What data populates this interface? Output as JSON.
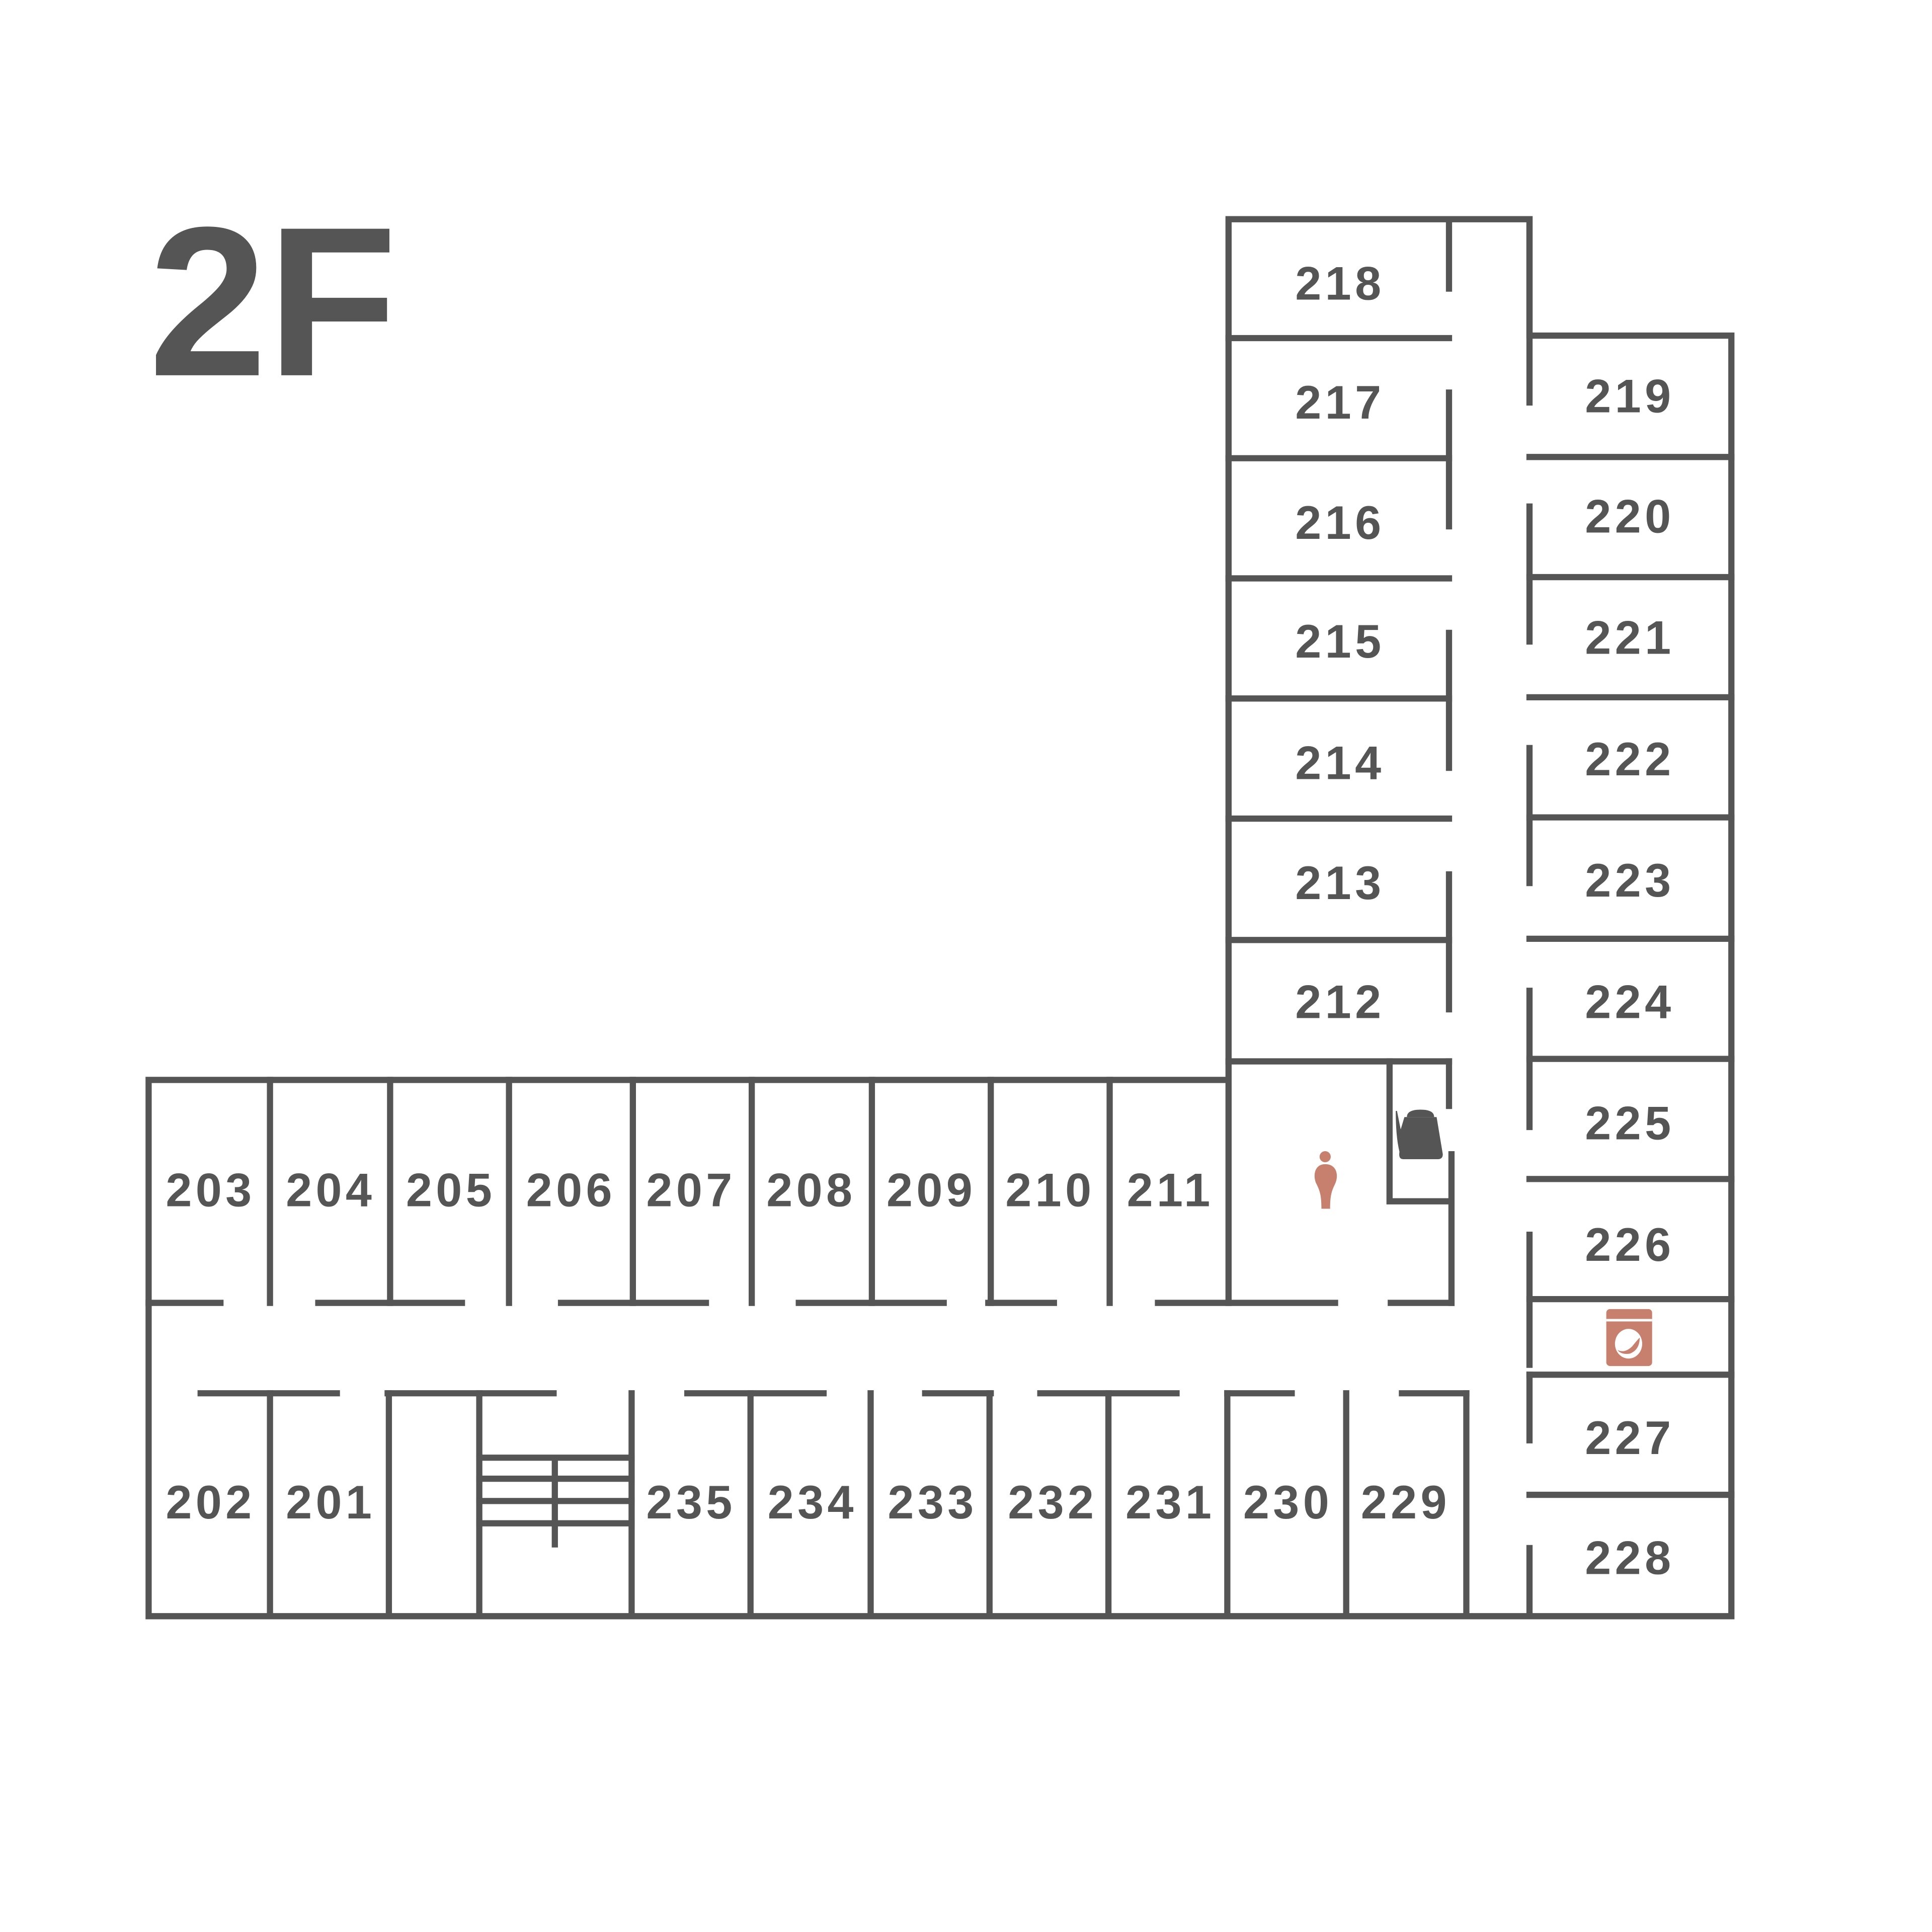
{
  "floor_label": "2F",
  "colors": {
    "wall": "#555555",
    "accent": "#c8806e",
    "background": "#ffffff"
  },
  "rooms": {
    "r201": "201",
    "r202": "202",
    "r203": "203",
    "r204": "204",
    "r205": "205",
    "r206": "206",
    "r207": "207",
    "r208": "208",
    "r209": "209",
    "r210": "210",
    "r211": "211",
    "r212": "212",
    "r213": "213",
    "r214": "214",
    "r215": "215",
    "r216": "216",
    "r217": "217",
    "r218": "218",
    "r219": "219",
    "r220": "220",
    "r221": "221",
    "r222": "222",
    "r223": "223",
    "r224": "224",
    "r225": "225",
    "r226": "226",
    "r227": "227",
    "r228": "228",
    "r229": "229",
    "r230": "230",
    "r231": "231",
    "r232": "232",
    "r233": "233",
    "r234": "234",
    "r235": "235"
  },
  "icons": [
    "restroom-icon",
    "kettle-icon",
    "laundry-icon",
    "stairs"
  ]
}
